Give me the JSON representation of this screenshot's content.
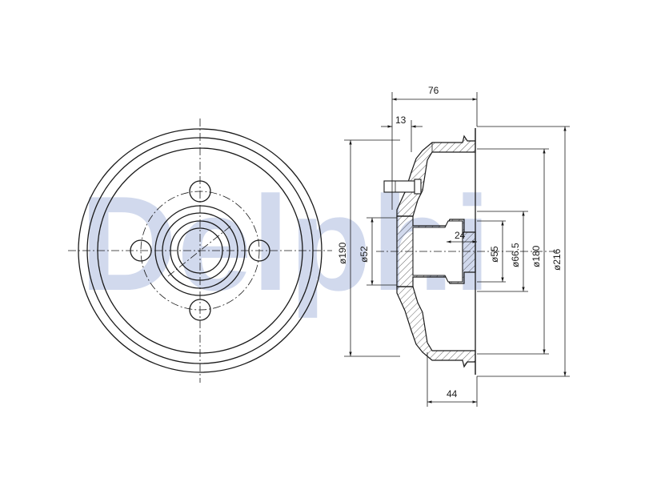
{
  "watermark": {
    "text": "Delphi",
    "color": "#c9d3ea"
  },
  "colors": {
    "line": "#1a1a1a",
    "background": "#ffffff"
  },
  "dimensions": {
    "width_total": "76",
    "stud_offset": "13",
    "bore_depth": "24",
    "mount_width": "44",
    "d190": "ø190",
    "d52": "ø52",
    "d55": "ø55",
    "d66_5": "ø66.5",
    "d180": "ø180",
    "d216": "ø216"
  }
}
